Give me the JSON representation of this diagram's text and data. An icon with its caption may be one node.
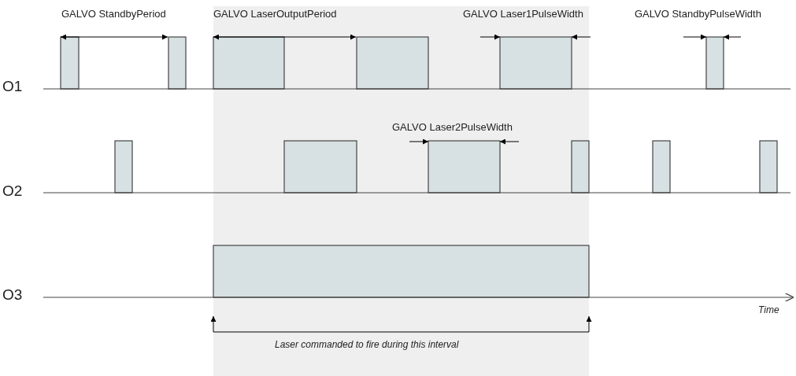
{
  "diagram": {
    "labels": [
      "GALVO StandbyPeriod",
      "GALVO LaserOutputPeriod",
      "GALVO Laser1PulseWidth",
      "GALVO StandbyPulseWidth",
      "O1",
      "GALVO Laser2PulseWidth",
      "O2",
      "O3",
      "Time",
      "Laser commanded to fire during this interval"
    ]
  }
}
